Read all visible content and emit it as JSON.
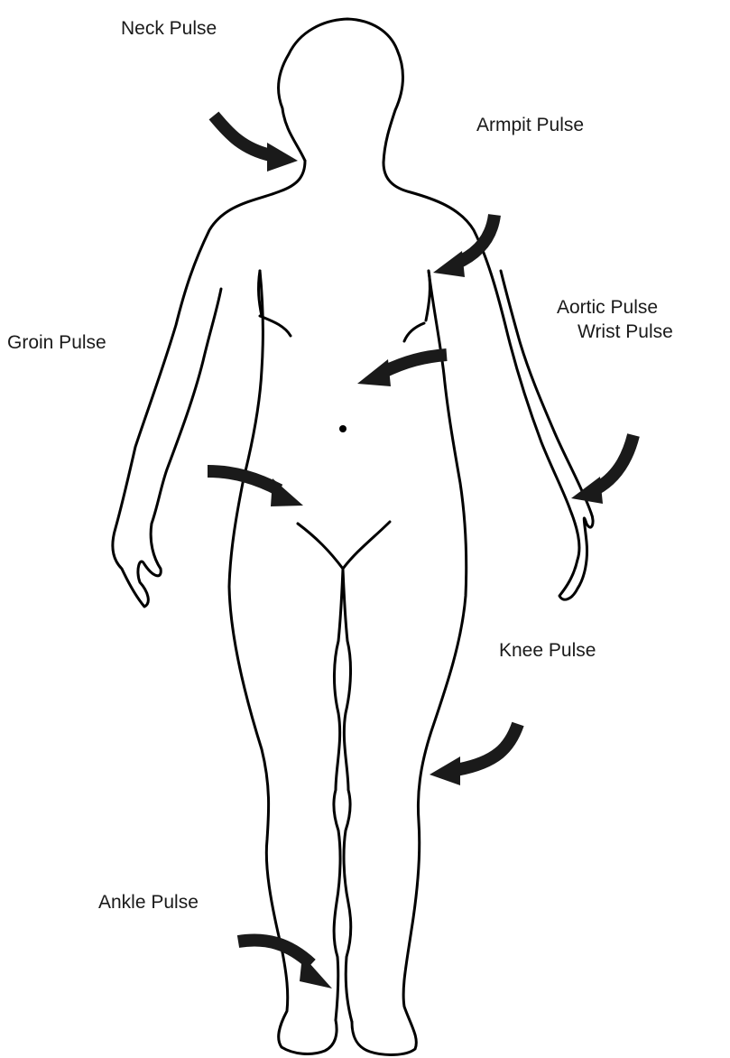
{
  "labels": {
    "neck": "Neck Pulse",
    "armpit": "Armpit Pulse",
    "aortic": "Aortic Pulse",
    "wrist": "Wrist Pulse",
    "groin": "Groin Pulse",
    "knee": "Knee Pulse",
    "ankle": "Ankle Pulse"
  },
  "colors": {
    "outline": "#000000",
    "arrow": "#1a1a1a",
    "text": "#1a1a1a",
    "background": "#ffffff"
  }
}
